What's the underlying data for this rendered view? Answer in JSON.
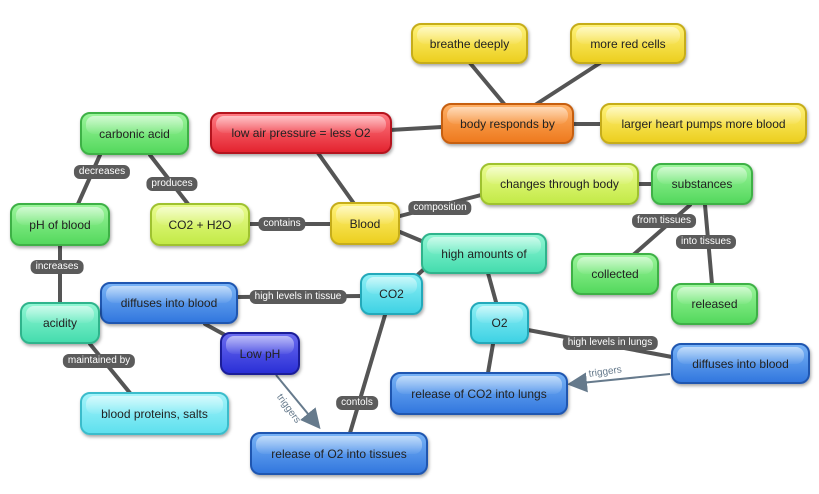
{
  "nodes": {
    "breathe_deeply": "breathe deeply",
    "more_red_cells": "more red cells",
    "body_responds_by": "body responds by",
    "low_air_pressure": "low air pressure = less O2",
    "larger_heart": "larger heart pumps more blood",
    "carbonic_acid": "carbonic acid",
    "changes_through_body": "changes through body",
    "substances": "substances",
    "ph_of_blood": "pH of blood",
    "co2_h2o": "CO2 + H2O",
    "blood": "Blood",
    "high_amounts_of": "high amounts of",
    "collected": "collected",
    "released": "released",
    "diffuses_into_blood_left": "diffuses into blood",
    "co2": "CO2",
    "acidity": "acidity",
    "o2": "O2",
    "low_ph": "Low pH",
    "diffuses_into_blood_right": "diffuses into blood",
    "release_co2_lungs": "release of CO2 into lungs",
    "blood_proteins": "blood proteins, salts",
    "release_o2_tissues": "release of O2 into tissues"
  },
  "links": {
    "decreases": "decreases",
    "produces": "produces",
    "increases": "increases",
    "contains": "contains",
    "composition": "composition",
    "from_tissues": "from tissues",
    "into_tissues": "into tissues",
    "high_levels_in_tissue": "high levels in tissue",
    "maintained_by": "maintained by",
    "high_levels_in_lungs": "high levels in lungs",
    "contols": "contols",
    "triggers_left": "triggers",
    "triggers_right": "triggers"
  },
  "colors": {
    "line": "#555555",
    "arrow": "#667a8c",
    "label_bg": "#5b5b5b"
  }
}
